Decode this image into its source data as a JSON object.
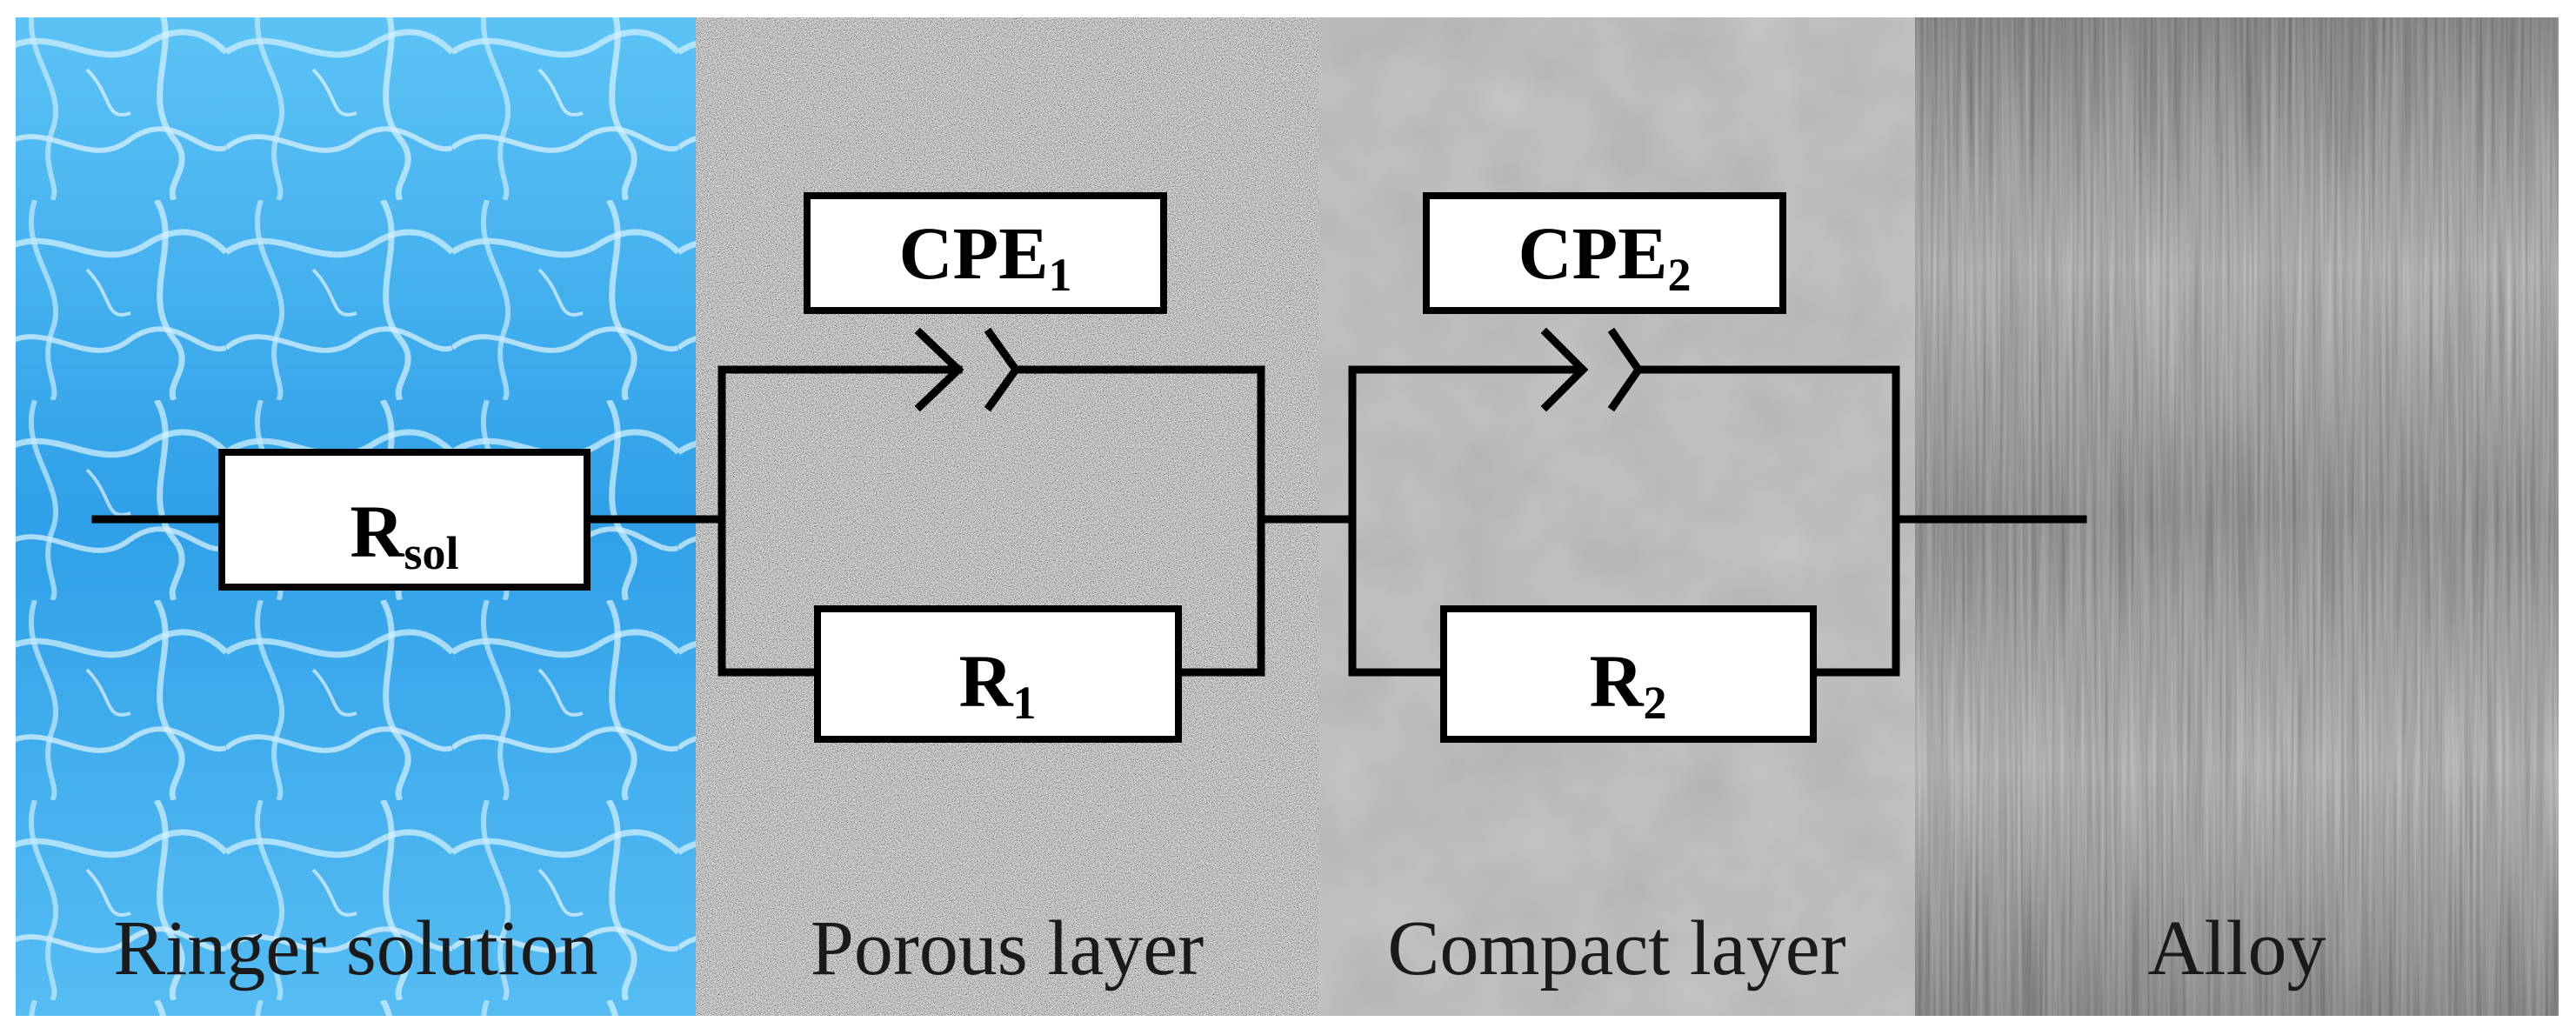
{
  "regions": [
    {
      "label": "Ringer solution",
      "color": "#3aa9ec"
    },
    {
      "label": "Porous layer",
      "color": "#a9a9a9"
    },
    {
      "label": "Compact layer",
      "color": "#a3a3a3"
    },
    {
      "label": "Alloy",
      "color": "#7c7c7c"
    }
  ],
  "components": {
    "rsol": {
      "main": "R",
      "sub": "sol"
    },
    "cpe1": {
      "main": "CPE",
      "sub": "1"
    },
    "r1": {
      "main": "R",
      "sub": "1"
    },
    "cpe2": {
      "main": "CPE",
      "sub": "2"
    },
    "r2": {
      "main": "R",
      "sub": "2"
    }
  },
  "colors": {
    "wire": "#000000",
    "box_fill": "#ffffff",
    "label_text": "#1a1a1a"
  }
}
